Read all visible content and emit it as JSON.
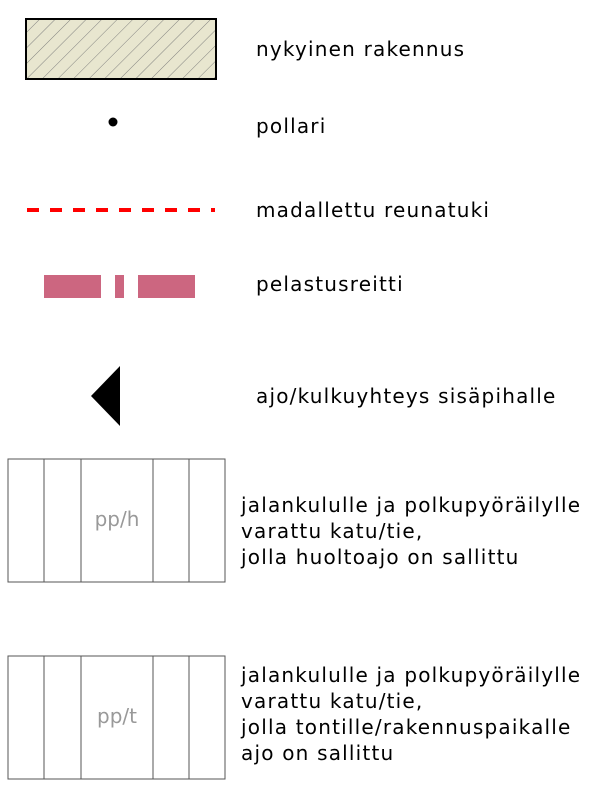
{
  "legend": {
    "items": [
      {
        "id": "building",
        "symbol": "hatched-rectangle",
        "label": "nykyinen rakennus",
        "fill": "#e8e6cf",
        "stroke": "#000000"
      },
      {
        "id": "bollard",
        "symbol": "dot",
        "label": "pollari",
        "color": "#000000"
      },
      {
        "id": "curb",
        "symbol": "red-dashed-line",
        "label": "madallettu reunatuki",
        "color": "#ff0000"
      },
      {
        "id": "rescue",
        "symbol": "pink-dash-dot-line",
        "label": "pelastusreitti",
        "color": "#cc6680"
      },
      {
        "id": "access",
        "symbol": "black-triangle",
        "label": "ajo/kulkuyhteys sisäpihalle",
        "color": "#000000"
      },
      {
        "id": "pph",
        "symbol": "striped-box",
        "symbol_text": "pp/h",
        "lines": [
          "jalankululle ja polkupyöräilylle",
          "varattu katu/tie,",
          "jolla huoltoajo on sallittu"
        ]
      },
      {
        "id": "ppt",
        "symbol": "striped-box",
        "symbol_text": "pp/t",
        "lines": [
          "jalankululle ja polkupyöräilylle",
          "varattu katu/tie,",
          "jolla tontille/rakennuspaikalle",
          "ajo on sallittu"
        ]
      }
    ],
    "symbol_text_color": "#999999",
    "box_line_color": "#555555"
  }
}
